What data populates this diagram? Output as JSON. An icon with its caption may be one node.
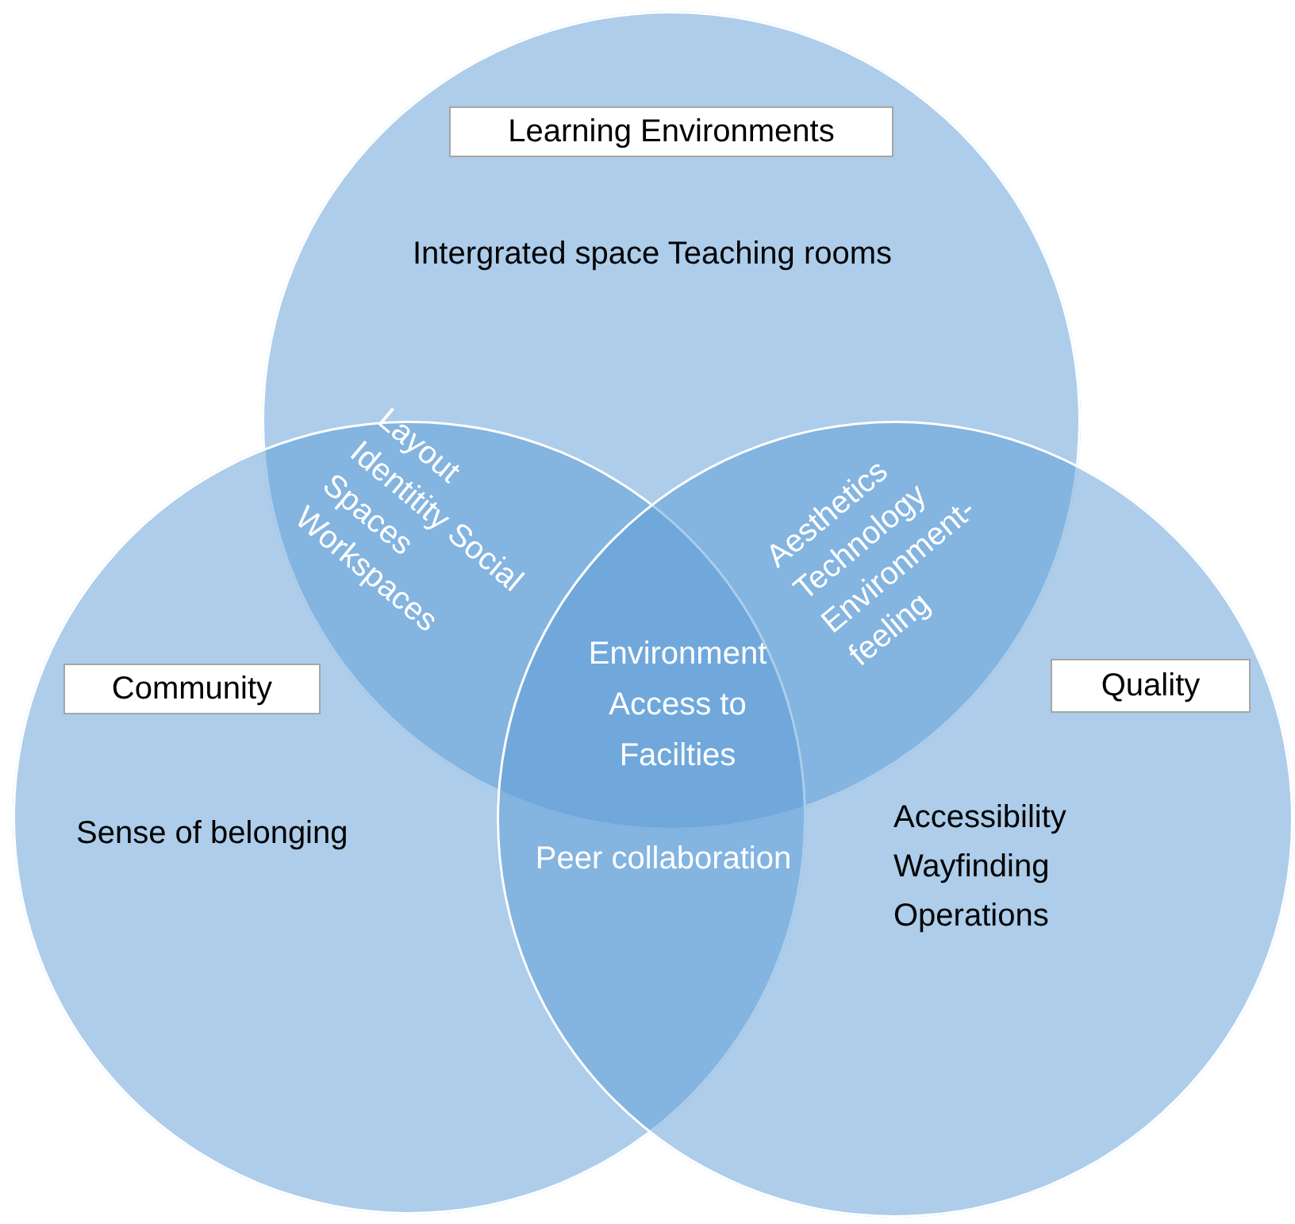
{
  "diagram": {
    "nodes": [
      {
        "text": [
          "Learning Environments",
          "Intergrated space Teaching rooms"
        ]
      },
      {
        "text": [
          "Community",
          "Sense of belonging"
        ]
      },
      {
        "text": [
          "Quality",
          "Accessibility Wayfinding Operations"
        ]
      }
    ],
    "edges": [],
    "labels": [
      "Layout Identitity Social Spaces Workspaces",
      "Aesthetics Technology Environment-feeling",
      "Environment Access to Facilties",
      "Peer collaboration"
    ]
  }
}
